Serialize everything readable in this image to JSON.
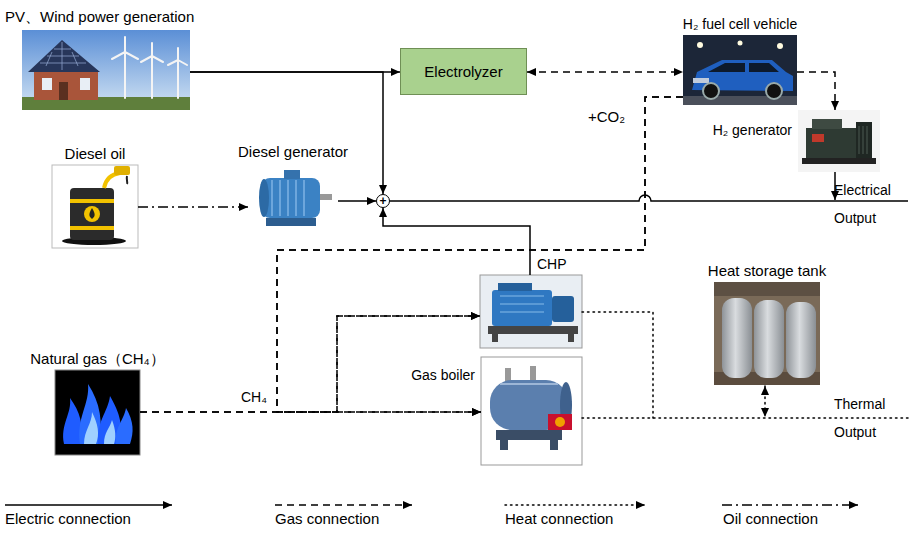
{
  "diagram": {
    "nodes": [
      {
        "text": [
          "PV、Wind power generation"
        ]
      },
      {
        "text": [
          "Electrolyzer"
        ]
      },
      {
        "text": [
          "H₂ fuel cell vehicle"
        ]
      },
      {
        "text": [
          "H₂ generator"
        ]
      },
      {
        "text": [
          "Diesel oil"
        ]
      },
      {
        "text": [
          "Diesel generator"
        ]
      },
      {
        "text": [
          "+"
        ]
      },
      {
        "text": [
          "CHP"
        ]
      },
      {
        "text": [
          "Heat storage tank"
        ]
      },
      {
        "text": [
          "Natural gas（CH₄）"
        ]
      },
      {
        "text": [
          "Gas boiler"
        ]
      }
    ],
    "edges": [
      {
        "from": 0,
        "to": 1,
        "arrow": "to"
      },
      {
        "from": 0,
        "to": 6,
        "arrow": "to"
      },
      {
        "from": 1,
        "to": 2,
        "arrow": "both"
      },
      {
        "from": 2,
        "to": 3,
        "arrow": "to"
      },
      {
        "from": 2,
        "to": 7,
        "arrow": "to"
      },
      {
        "from": 2,
        "to": 10,
        "arrow": "to"
      },
      {
        "from": 4,
        "to": 5,
        "arrow": "to"
      },
      {
        "from": 5,
        "to": 6,
        "arrow": "to"
      },
      {
        "from": 7,
        "to": 6,
        "arrow": "to"
      },
      {
        "from": 9,
        "to": 10,
        "arrow": "to"
      },
      {
        "from": 9,
        "to": 7,
        "arrow": "to"
      }
    ],
    "labels": [
      "+CO₂",
      "CH₄",
      "Electrical Output",
      "Thermal Output"
    ],
    "legend": [
      {
        "text": "Electric connection"
      },
      {
        "text": "Gas connection"
      },
      {
        "text": "Heat connection"
      },
      {
        "text": "Oil connection"
      }
    ]
  }
}
